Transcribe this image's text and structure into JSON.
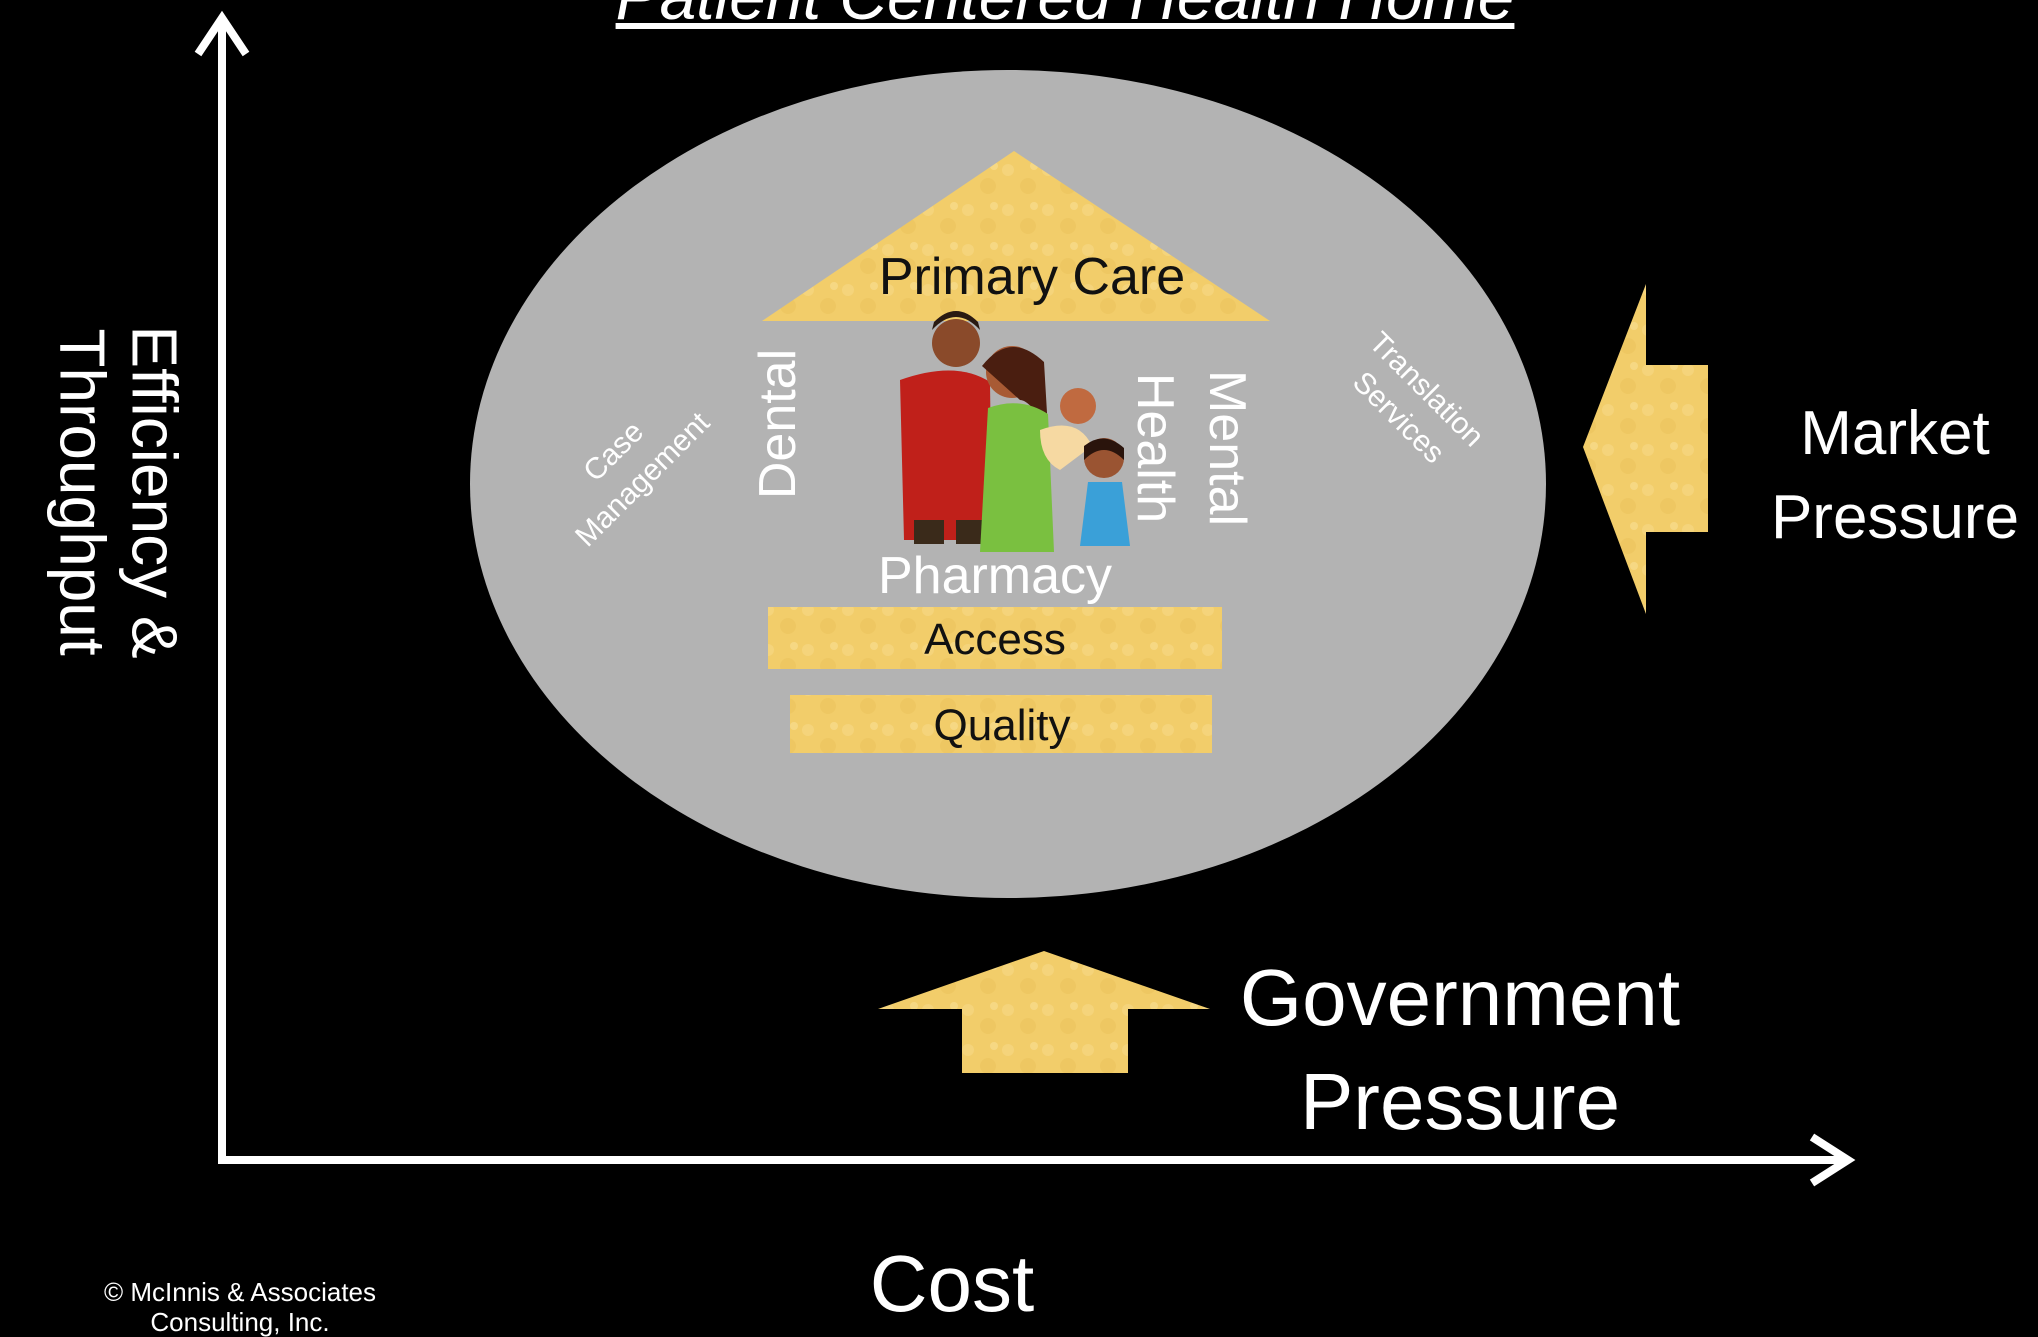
{
  "title": "Patient Centered Health Home",
  "axes": {
    "y_label": "Efficiency & Throughput",
    "x_label": "Cost"
  },
  "house": {
    "roof": "Primary Care",
    "left_outer": [
      "Case",
      "Management"
    ],
    "left_pillar": "Dental",
    "right_pillar_lines": [
      "Mental",
      "Health"
    ],
    "right_outer": [
      "Translation",
      "Services"
    ],
    "floor": "Pharmacy",
    "foundation_1": "Access",
    "foundation_2": "Quality"
  },
  "pressures": {
    "market": [
      "Market",
      "Pressure"
    ],
    "government": [
      "Government",
      "Pressure"
    ]
  },
  "copyright": [
    "© McInnis & Associates",
    "Consulting, Inc."
  ],
  "colors": {
    "background": "#000000",
    "ellipse": "#b3b3b3",
    "gold": "#f2cd6a",
    "text": "#ffffff",
    "axis": "#ffffff"
  },
  "icons": [
    "family-illustration"
  ]
}
